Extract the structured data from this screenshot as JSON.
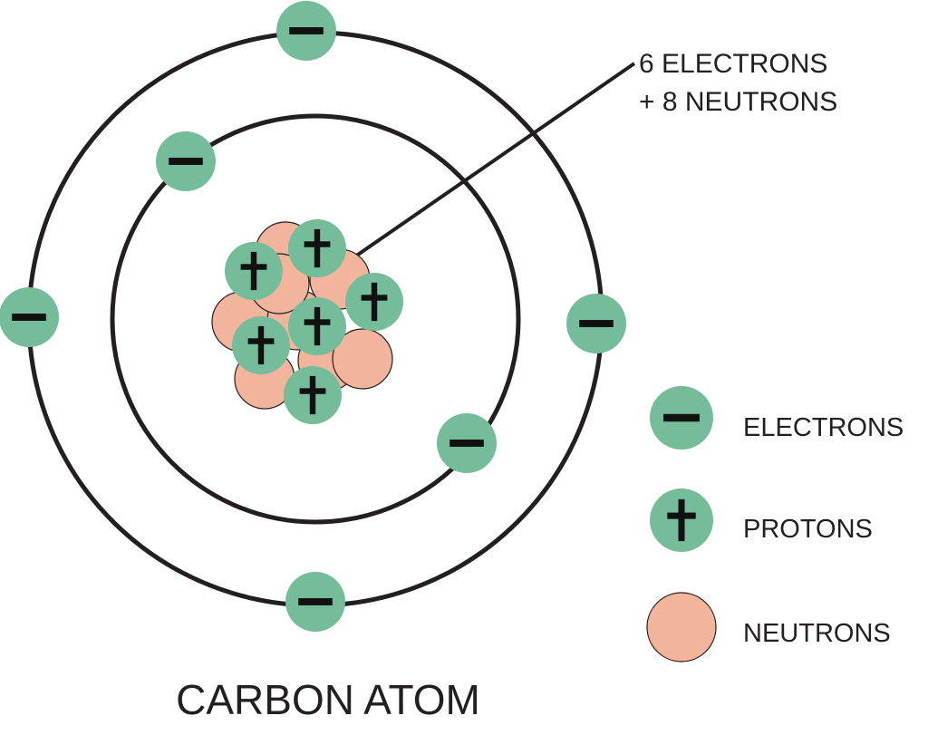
{
  "diagram": {
    "title": "CARBON ATOM",
    "callout": {
      "line1": "6 ELECTRONS",
      "line2": "+ 8 NEUTRONS"
    },
    "legend": [
      {
        "label": "ELECTRONS",
        "symbol": "minus",
        "icon": "electron-icon"
      },
      {
        "label": "PROTONS",
        "symbol": "plus",
        "icon": "proton-icon"
      },
      {
        "label": "NEUTRONS",
        "symbol": "none",
        "icon": "neutron-icon"
      }
    ],
    "colors": {
      "electron": "#74bc9a",
      "proton": "#74bc9a",
      "neutron": "#f2b49b",
      "outline": "#231f20"
    },
    "counts": {
      "electrons": 6,
      "protons": 6,
      "neutrons": 8
    }
  }
}
